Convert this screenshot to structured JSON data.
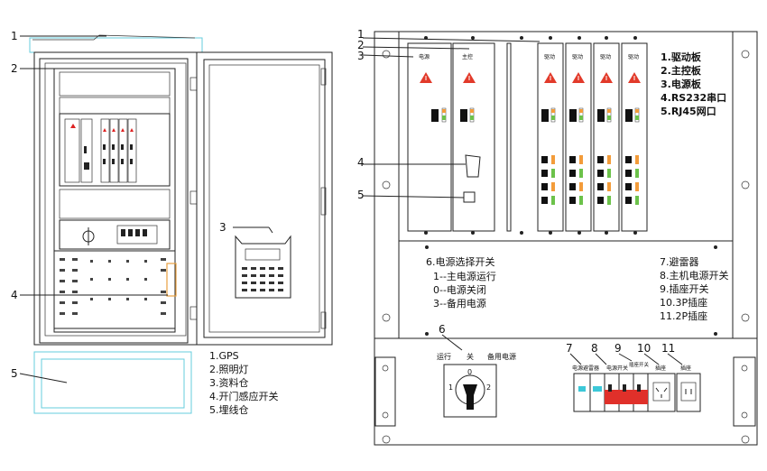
{
  "left_callouts": [
    "1",
    "2",
    "3",
    "4",
    "5"
  ],
  "left_legend": [
    "1.GPS",
    "2.照明灯",
    "3.资料仓",
    "4.开门感应开关",
    "5.埋线仓"
  ],
  "right_callouts": [
    "1",
    "2",
    "3",
    "4",
    "5"
  ],
  "right_legend": [
    "1.驱动板",
    "2.主控板",
    "3.电源板",
    "4.RS232串口",
    "5.RJ45网口"
  ],
  "board_labels": [
    "电源",
    "主控",
    "驱动",
    "驱动",
    "驱动",
    "驱动"
  ],
  "switch_info": {
    "title": "6.电源选择开关",
    "items": [
      "1--主电源运行",
      "0--电源关闭",
      "3--备用电源"
    ]
  },
  "bottom_legend": [
    "7.避雷器",
    "8.主机电源开关",
    "9.插座开关",
    "10.3P插座",
    "11.2P插座"
  ],
  "panel_callouts": [
    "6",
    "7",
    "8",
    "9",
    "10",
    "11"
  ],
  "selector": {
    "run": "运行",
    "off": "关",
    "backup": "备用电源",
    "pos1": "1",
    "pos0": "0",
    "pos2": "2"
  },
  "device_labels": [
    "电源避雷器",
    "电源开关",
    "插座开关",
    "插座",
    "插座"
  ]
}
